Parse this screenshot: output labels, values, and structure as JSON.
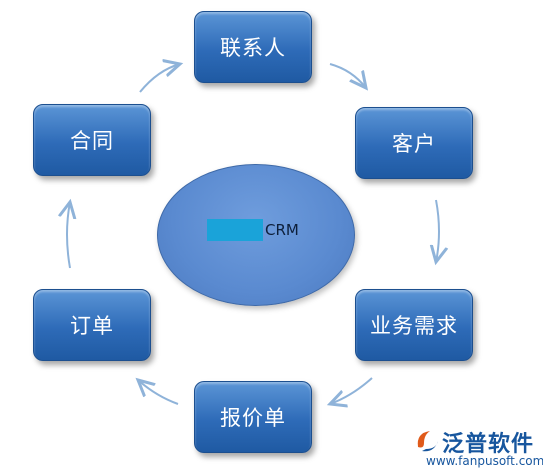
{
  "diagram": {
    "nodes": {
      "contact": "联系人",
      "customer": "客户",
      "requirement": "业务需求",
      "quotation": "报价单",
      "order": "订单",
      "contract": "合同"
    },
    "center_label": "CRM"
  },
  "logo": {
    "name": "泛普软件",
    "url": "www.fanpusoft.com"
  },
  "colors": {
    "node_fill": "#2e6bb8",
    "ellipse_fill": "#5a8ad0",
    "arrow": "#8fb3d9",
    "redaction": "#1aa3d9",
    "logo": "#17569e",
    "logo_accent": "#e05a1a"
  }
}
